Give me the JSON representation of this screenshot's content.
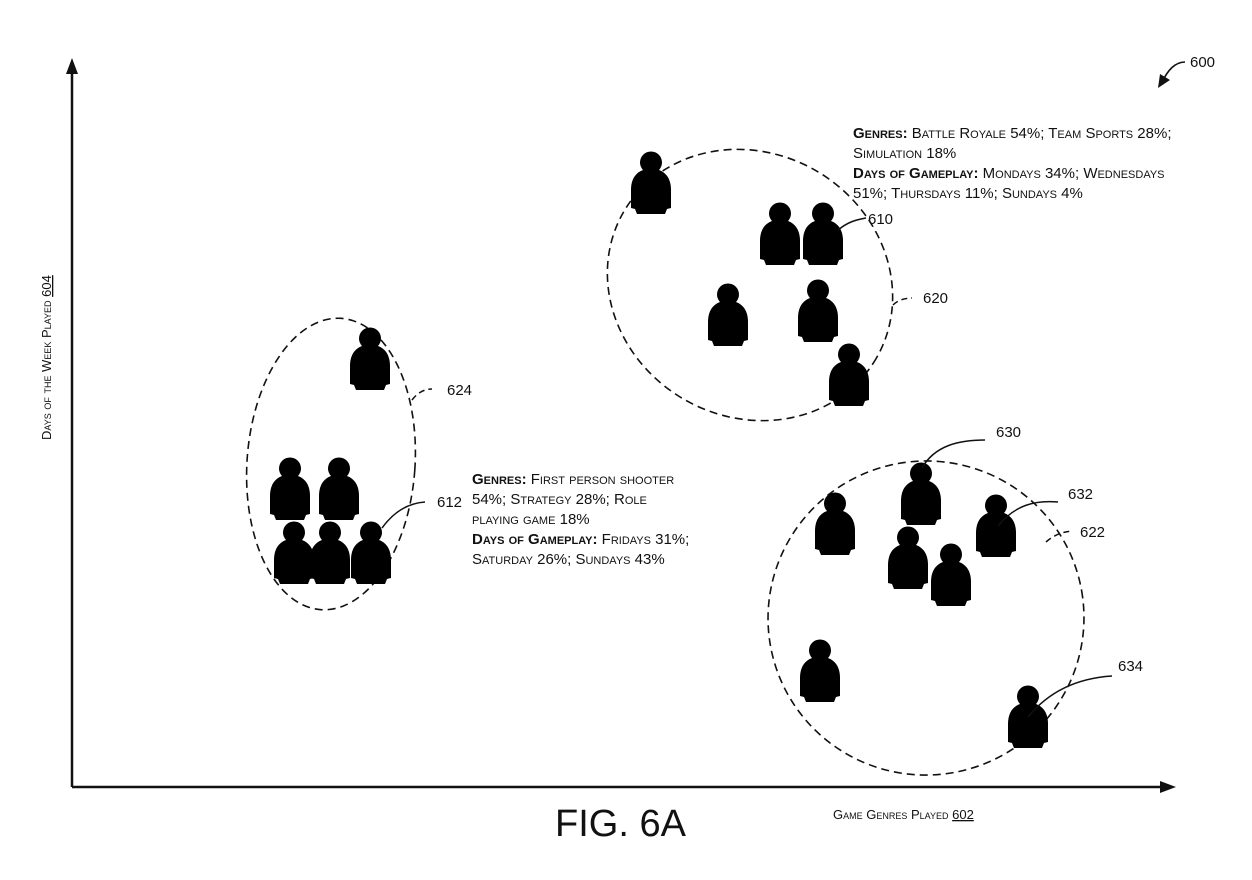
{
  "figure_ref": "600",
  "fig_label": "FIG. 6A",
  "axes": {
    "x_label": "Game Genres Played",
    "x_ref": "602",
    "y_label": "Days of the Week Played",
    "y_ref": "604"
  },
  "clusters": {
    "top": {
      "ref": "620",
      "member_ref": "610",
      "genres_title": "Genres:",
      "genres_line1": "Battle Royale 54%; Team Sports 28%;",
      "genres_line2": "Simulation 18%",
      "days_title": "Days of Gameplay:",
      "days_line1": "Mondays 34%; Wednesdays",
      "days_line2": "51%; Thursdays 11%; Sundays 4%"
    },
    "left": {
      "ref": "624",
      "member_ref": "612",
      "genres_title": "Genres:",
      "genres_line1_rest": "First person shooter",
      "genres_line2": "54%; Strategy 28%; Role",
      "genres_line3": "playing game 18%",
      "days_title": "Days of Gameplay:",
      "days_line1_rest": "Fridays 31%;",
      "days_line2": "Saturday 26%; Sundays 43%"
    },
    "right": {
      "ref": "622",
      "member_refs": [
        "630",
        "632",
        "634"
      ]
    }
  }
}
